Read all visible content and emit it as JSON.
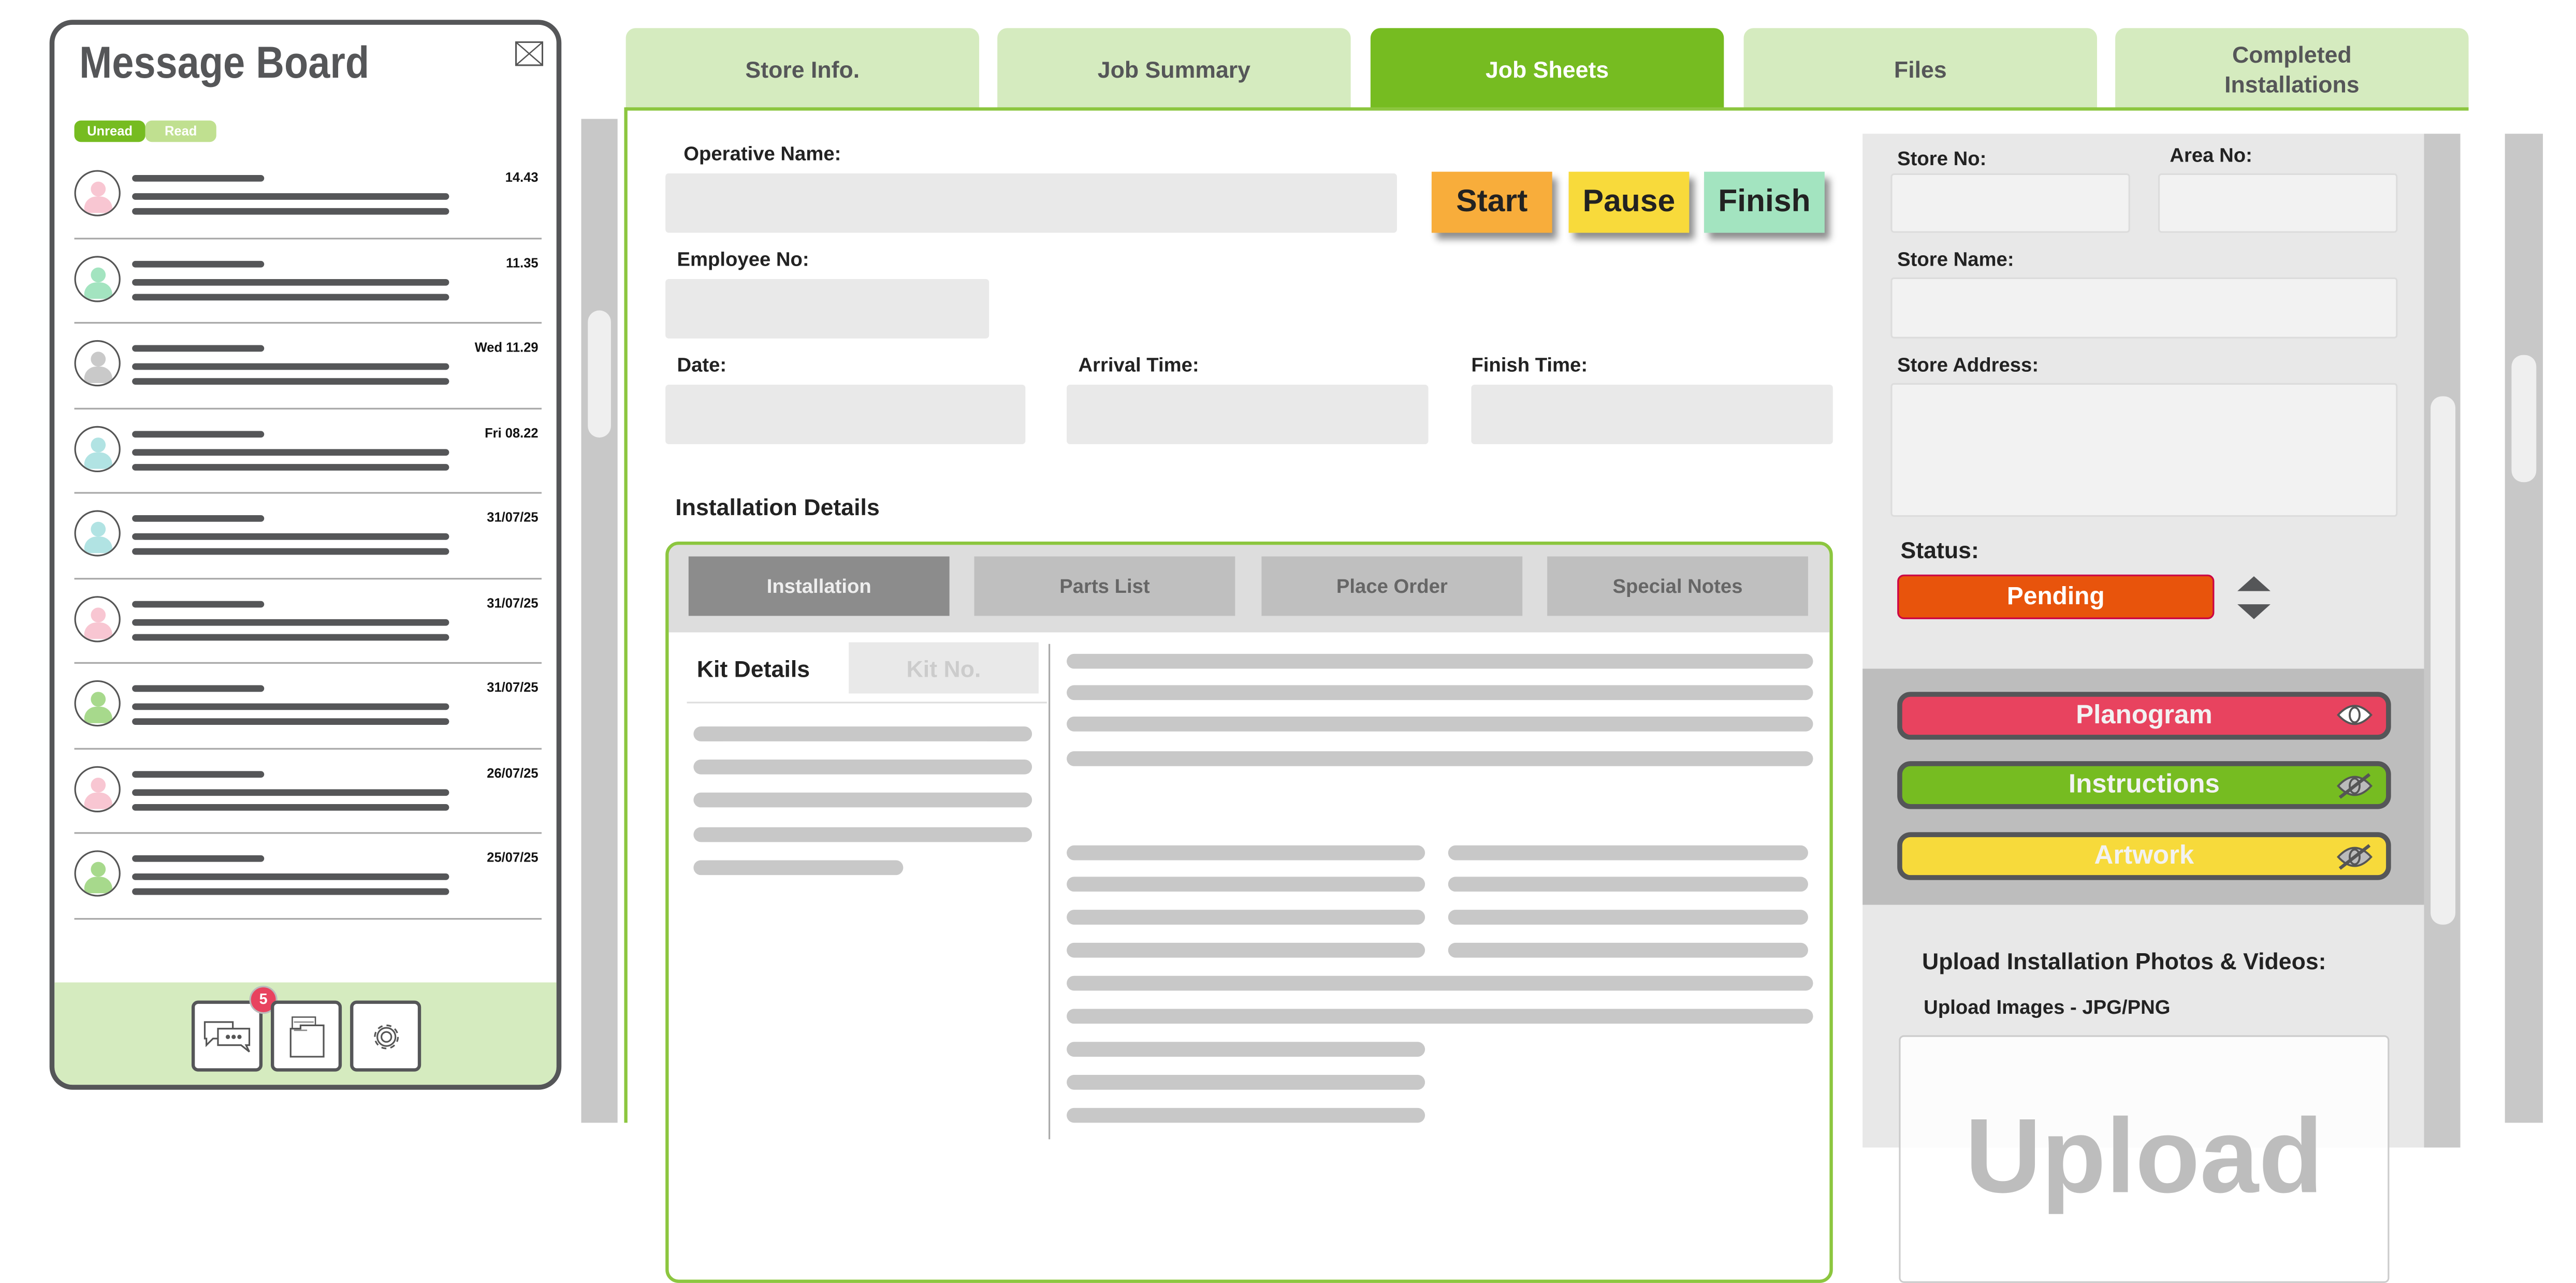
{
  "message_board": {
    "title": "Message Board",
    "filters": [
      "Unread",
      "Read"
    ],
    "messages": [
      {
        "time": "14.43",
        "avatar_color": "#f8c6d2"
      },
      {
        "time": "11.35",
        "avatar_color": "#a3e4c0"
      },
      {
        "time": "Wed 11.29",
        "avatar_color": "#c9c9c9"
      },
      {
        "time": "Fri 08.22",
        "avatar_color": "#b1e3e3"
      },
      {
        "time": "31/07/25",
        "avatar_color": "#b1e3e3"
      },
      {
        "time": "31/07/25",
        "avatar_color": "#f8c6d2"
      },
      {
        "time": "31/07/25",
        "avatar_color": "#a7d98c"
      },
      {
        "time": "26/07/25",
        "avatar_color": "#f8c6d2"
      },
      {
        "time": "25/07/25",
        "avatar_color": "#a7d98c"
      }
    ],
    "badge_count": "5"
  },
  "tabs": [
    "Store Info.",
    "Job Summary",
    "Job Sheets",
    "Files",
    "Completed Installations"
  ],
  "active_tab": "Job Sheets",
  "form": {
    "operative_name": "Operative Name:",
    "employee_no": "Employee No:",
    "date": "Date:",
    "arrival_time": "Arrival Time:",
    "finish_time": "Finish Time:"
  },
  "actions": {
    "start": "Start",
    "pause": "Pause",
    "finish": "Finish"
  },
  "installation": {
    "heading": "Installation Details",
    "subtabs": [
      "Installation",
      "Parts List",
      "Place Order",
      "Special Notes"
    ],
    "kit_details": "Kit Details",
    "kit_no_placeholder": "Kit No."
  },
  "store": {
    "store_no": "Store No:",
    "area_no": "Area No:",
    "store_name": "Store Name:",
    "store_address": "Store Address:",
    "status_label": "Status:",
    "status_value": "Pending"
  },
  "documents": [
    {
      "label": "Planogram",
      "visible": true
    },
    {
      "label": "Instructions",
      "visible": false
    },
    {
      "label": "Artwork",
      "visible": false
    }
  ],
  "upload": {
    "heading": "Upload Installation Photos & Videos:",
    "subheading": "Upload Images - JPG/PNG",
    "drop_label": "Upload"
  },
  "colors": {
    "green": "#76bc21",
    "light_green": "#d5ebbf",
    "pending": "#e8540c",
    "planogram": "#e8435f",
    "artwork": "#f7da3b"
  }
}
